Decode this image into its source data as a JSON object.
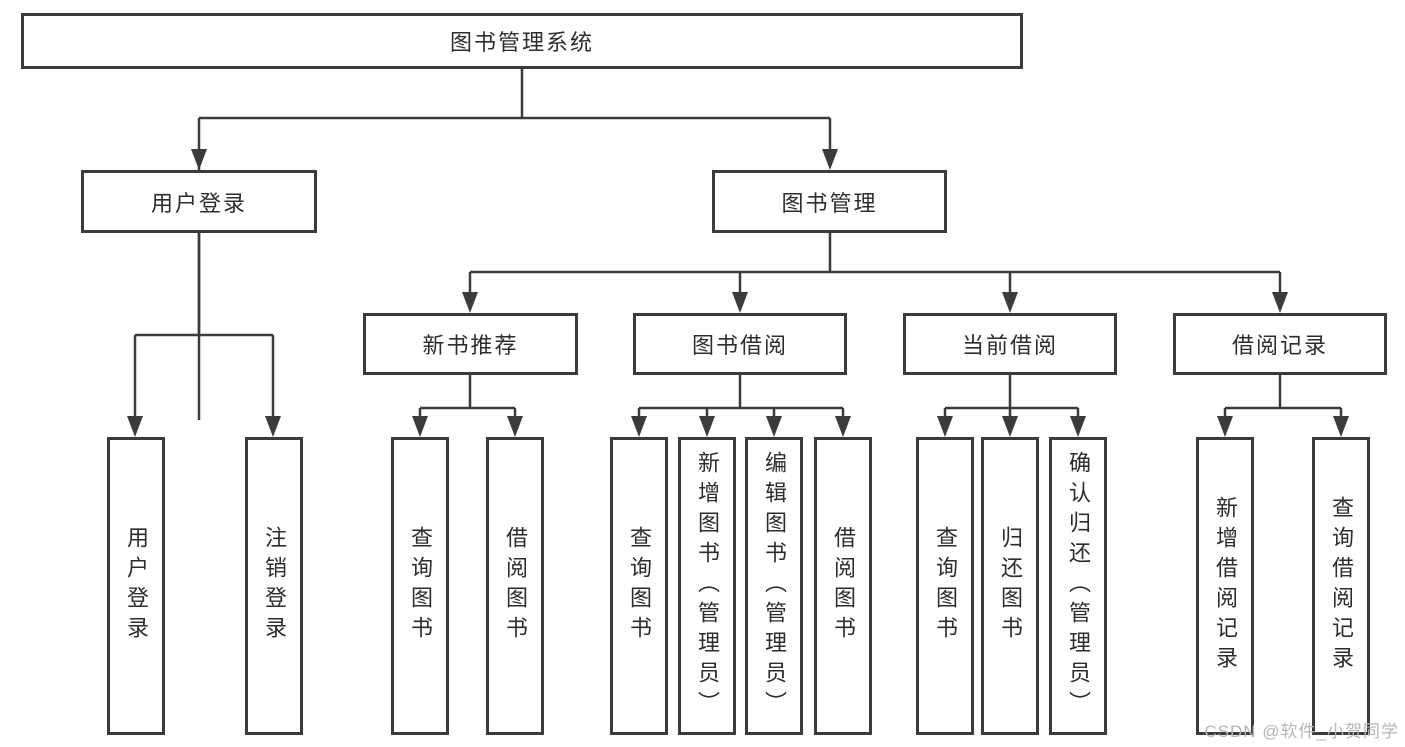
{
  "tree": {
    "root": "图书管理系统",
    "branches": [
      {
        "label": "用户登录",
        "leaves": [
          "用户登录",
          "注销登录"
        ]
      },
      {
        "label": "图书管理",
        "groups": [
          {
            "label": "新书推荐",
            "leaves": [
              "查询图书",
              "借阅图书"
            ]
          },
          {
            "label": "图书借阅",
            "leaves": [
              "查询图书",
              "新增图书（管理员）",
              "编辑图书（管理员）",
              "借阅图书"
            ]
          },
          {
            "label": "当前借阅",
            "leaves": [
              "查询图书",
              "归还图书",
              "确认归还（管理员）"
            ]
          },
          {
            "label": "借阅记录",
            "leaves": [
              "新增借阅记录",
              "查询借阅记录"
            ]
          }
        ]
      }
    ]
  },
  "watermark": {
    "text": "CSDN @软件_小贺同学"
  },
  "colors": {
    "line": "#3b3b3b",
    "text": "#2d2d2d",
    "watermark": "#b6b6b6",
    "background": "#ffffff"
  }
}
